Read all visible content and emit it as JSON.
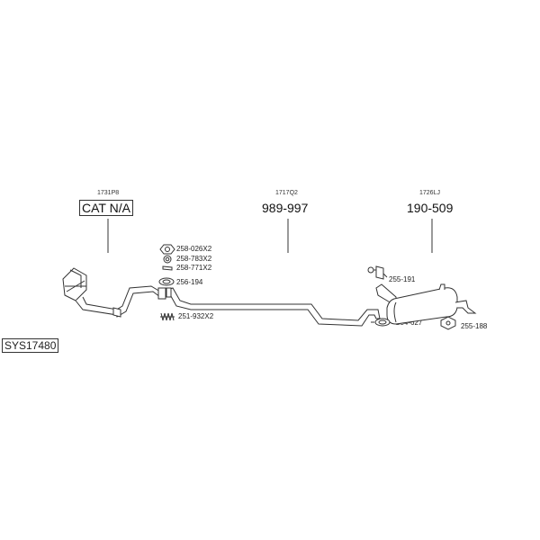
{
  "diagram_id": "SYS17480",
  "sections": [
    {
      "oe_ref": "1731P8",
      "part_no": "CAT N/A"
    },
    {
      "oe_ref": "1717Q2",
      "part_no": "989-997"
    },
    {
      "oe_ref": "1726LJ",
      "part_no": "190-509"
    }
  ],
  "fittings": [
    {
      "code": "258-026X2"
    },
    {
      "code": "258-783X2"
    },
    {
      "code": "258-771X2"
    },
    {
      "code": "256-194"
    },
    {
      "code": "251-932X2"
    },
    {
      "code": "255-191"
    },
    {
      "code": "254-627"
    },
    {
      "code": "255-188"
    }
  ]
}
